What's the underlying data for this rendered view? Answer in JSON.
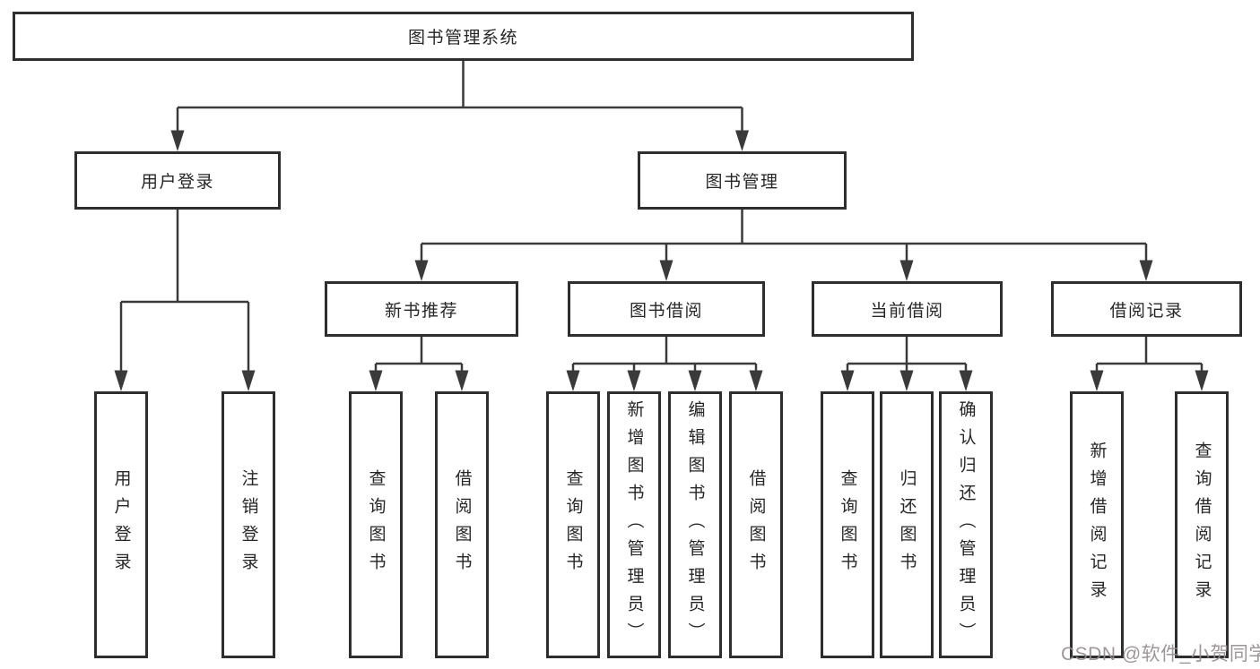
{
  "tree": {
    "label": "图书管理系统",
    "children": [
      {
        "label": "用户登录",
        "children": [
          {
            "label": "用户登录"
          },
          {
            "label": "注销登录"
          }
        ]
      },
      {
        "label": "图书管理",
        "children": [
          {
            "label": "新书推荐",
            "children": [
              {
                "label": "查询图书"
              },
              {
                "label": "借阅图书"
              }
            ]
          },
          {
            "label": "图书借阅",
            "children": [
              {
                "label": "查询图书"
              },
              {
                "label": "新增图书（管理员）"
              },
              {
                "label": "编辑图书（管理员）"
              },
              {
                "label": "借阅图书"
              }
            ]
          },
          {
            "label": "当前借阅",
            "children": [
              {
                "label": "查询图书"
              },
              {
                "label": "归还图书"
              },
              {
                "label": "确认归还（管理员）"
              }
            ]
          },
          {
            "label": "借阅记录",
            "children": [
              {
                "label": "新增借阅记录"
              },
              {
                "label": "查询借阅记录"
              }
            ]
          }
        ]
      }
    ]
  },
  "watermark": {
    "text": "CSDN @软件_小贺同学"
  },
  "colors": {
    "background": "#ffffff",
    "line": "#3a3a3a",
    "box_border": "#2e2e2e",
    "text": "#262626",
    "watermark": "#938b8d"
  }
}
